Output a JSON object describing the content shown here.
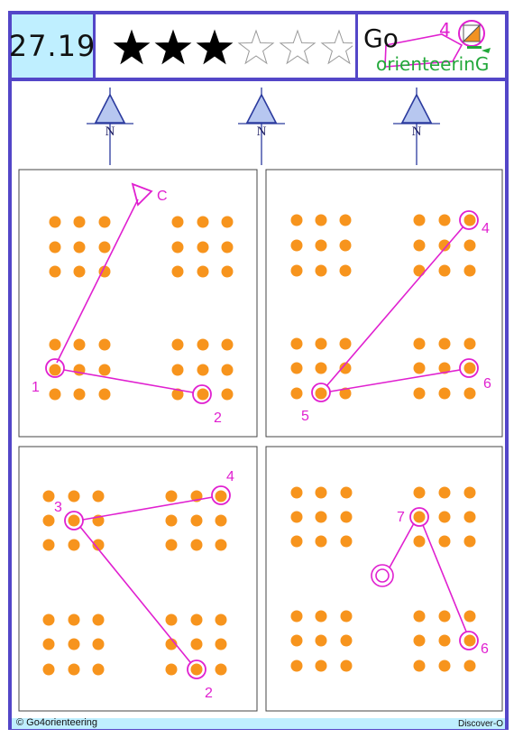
{
  "puzzle": {
    "number": "27.19",
    "rating": 3,
    "max_rating": 6
  },
  "brand": {
    "word1": "Go",
    "word2": "orienteerinG",
    "digit": "4"
  },
  "compass_label": "N",
  "panels": [
    {
      "id": "panel-1",
      "labels": {
        "start": "C",
        "a": "1",
        "b": "2"
      }
    },
    {
      "id": "panel-2",
      "labels": {
        "a": "4",
        "b": "5",
        "c": "6"
      }
    },
    {
      "id": "panel-3",
      "labels": {
        "a": "3",
        "b": "4",
        "c": "2"
      }
    },
    {
      "id": "panel-4",
      "labels": {
        "a": "7",
        "b": "6"
      }
    }
  ],
  "footer": {
    "copyright": "© Go4orienteering",
    "series": "Discover-O"
  },
  "colors": {
    "frame": "#5346c8",
    "header_bg": "#bfefff",
    "dot": "#f7941d",
    "course": "#e020d0",
    "north": "#2b3a9e"
  }
}
